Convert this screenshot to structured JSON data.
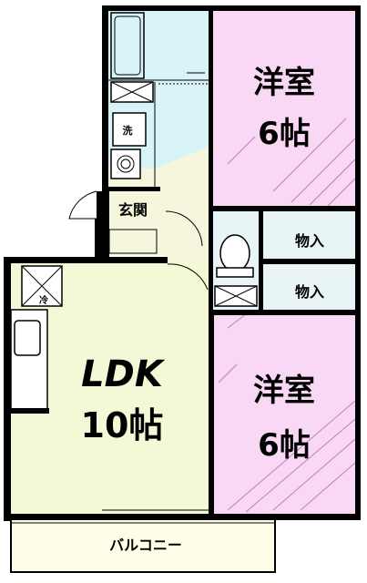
{
  "rooms": {
    "western_top": {
      "name": "洋室",
      "size": "6帖"
    },
    "western_bottom": {
      "name": "洋室",
      "size": "6帖"
    },
    "ldk": {
      "name": "LDK",
      "size": "10帖"
    },
    "entrance": {
      "name": "玄関"
    },
    "closet_top": {
      "name": "物入"
    },
    "closet_bottom": {
      "name": "物入"
    },
    "balcony": {
      "name": "バルコニー"
    },
    "fridge": {
      "name": "冷"
    },
    "washer": {
      "name": "洗"
    }
  },
  "colors": {
    "western_room": "#f8d8f4",
    "ldk": "#f4f8d6",
    "hallway": "#f6f6dc",
    "wet_area": "#d8f4f8",
    "closet": "#e8f4f6",
    "balcony": "#fefee8",
    "wall": "#000000"
  }
}
